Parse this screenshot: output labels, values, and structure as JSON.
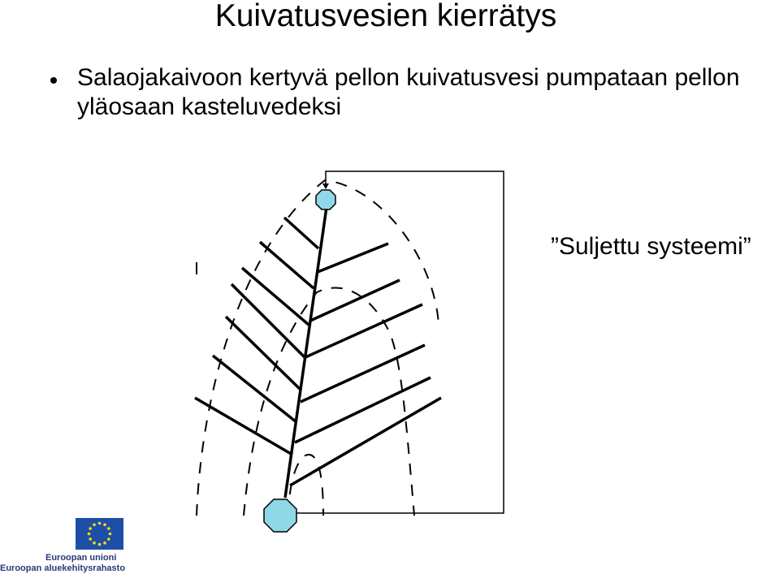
{
  "slide": {
    "title": "Kuivatusvesien kierrätys",
    "bullet": "Salaojakaivoon kertyvä pellon kuivatusvesi pumpataan pellon yläosaan kasteluvedeksi",
    "side_label": "”Suljettu systeemi”"
  },
  "logo": {
    "line1": "Euroopan unioni",
    "line2": "Euroopan aluekehitysrahasto",
    "flag_color": "#1d4fa8",
    "star_color": "#ffdd00"
  },
  "colors": {
    "text": "#000000",
    "well_fill": "#8fd8e8"
  }
}
